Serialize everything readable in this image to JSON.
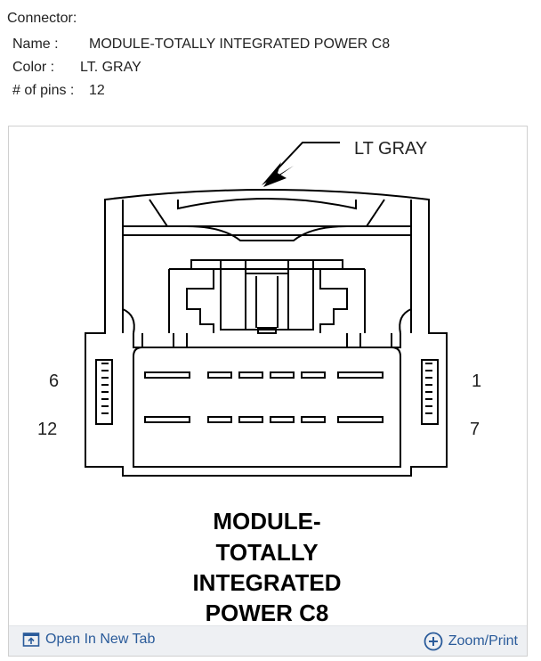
{
  "connector": {
    "heading": "Connector:",
    "name_label": "Name :",
    "name_value": "MODULE-TOTALLY INTEGRATED POWER C8",
    "color_label": "Color :",
    "color_value": "LT. GRAY",
    "pins_label": "# of pins :",
    "pins_value": "12"
  },
  "diagram": {
    "color_callout": "LT GRAY",
    "pin_labels": {
      "top_left": "6",
      "bottom_left": "12",
      "top_right": "1",
      "bottom_right": "7"
    },
    "title_lines": [
      "MODULE-",
      "TOTALLY",
      "INTEGRATED",
      "POWER C8"
    ]
  },
  "footer": {
    "open_tab_label": "Open In New Tab",
    "zoom_label": "Zoom/Print",
    "accent_color": "#2a5b9a"
  }
}
